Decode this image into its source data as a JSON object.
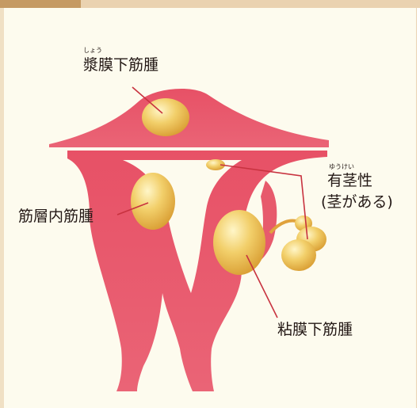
{
  "colors": {
    "uterus_fill": "#e8596d",
    "uterus_light": "#f29aa5",
    "myoma_fill": "#e7b64a",
    "myoma_highlight": "#fff2b8",
    "leader_line": "#c8323f",
    "label_text": "#231815"
  },
  "labels": {
    "subserosal": "漿膜下筋腫",
    "subserosal_ruby": "しょう",
    "intramural": "筋層内筋腫",
    "pedunculated_line1": "有茎性",
    "pedunculated_ruby": "ゆうけい",
    "pedunculated_line2": "(茎がある)",
    "submucosal": "粘膜下筋腫"
  }
}
